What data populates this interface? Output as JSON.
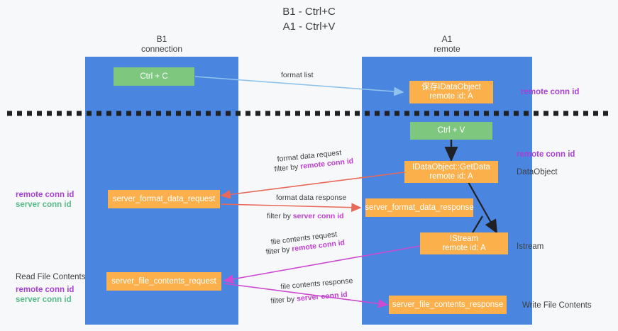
{
  "title": {
    "line1": "B1 - Ctrl+C",
    "line2": "A1 - Ctrl+V"
  },
  "lanes": [
    {
      "name": "B1",
      "role": "connection"
    },
    {
      "name": "A1",
      "role": "remote"
    }
  ],
  "boxes": {
    "ctrl_c": {
      "label": "Ctrl + C"
    },
    "ctrl_v": {
      "label": "Ctrl + V"
    },
    "save_dataobject": {
      "line1": "保存IDataObject",
      "line2": "remote id: A"
    },
    "getdata": {
      "line1": "IDataObject::GetData",
      "line2": "remote id: A"
    },
    "istream": {
      "line1": "IStream",
      "line2": "remote id: A"
    },
    "server_format_data_request": {
      "label": "server_format_data_request"
    },
    "server_format_data_response": {
      "label": "server_format_data_response"
    },
    "server_file_contents_request": {
      "label": "server_file_contents_request"
    },
    "server_file_contents_response": {
      "label": "server_file_contents_response"
    }
  },
  "arrow_labels": {
    "format_list": "format list",
    "format_data_request": "format data request",
    "format_data_request_filter_prefix": "filter by ",
    "format_data_request_filter_key": "remote conn id",
    "format_data_response": "format data response",
    "format_data_response_filter_prefix": "filter by ",
    "format_data_response_filter_key": "server conn id",
    "file_contents_request": "file contents request",
    "file_contents_request_filter_prefix": "filter by ",
    "file_contents_request_filter_key": "remote conn id",
    "file_contents_response": "file contents response",
    "file_contents_response_filter_prefix": "filter by ",
    "file_contents_response_filter_key": "server conn id"
  },
  "annotations": {
    "right_remote_conn_id_top": "remote conn id",
    "right_remote_conn_id_mid": "remote conn id",
    "right_dataobject": "DataObject",
    "right_istream": "Istream",
    "right_write_file_contents": "Write File Contents",
    "left_remote_conn_id": "remote conn id",
    "left_server_conn_id": "server conn id",
    "left_read_file_contents": "Read File Contents",
    "left_remote_conn_id_2": "remote conn id",
    "left_server_conn_id_2": "server conn id"
  },
  "colors": {
    "lane": "#4a86e0",
    "green_box": "#7ec77f",
    "orange_box": "#fbb04c",
    "purple_text": "#a93fd4",
    "green_text": "#57bb8a",
    "divider": "#3c4043",
    "arrow_blue": "#8fc3ec",
    "arrow_red": "#e8685a",
    "arrow_magenta": "#cc4bd0",
    "arrow_black": "#202124",
    "background": "#f7f8f9"
  }
}
